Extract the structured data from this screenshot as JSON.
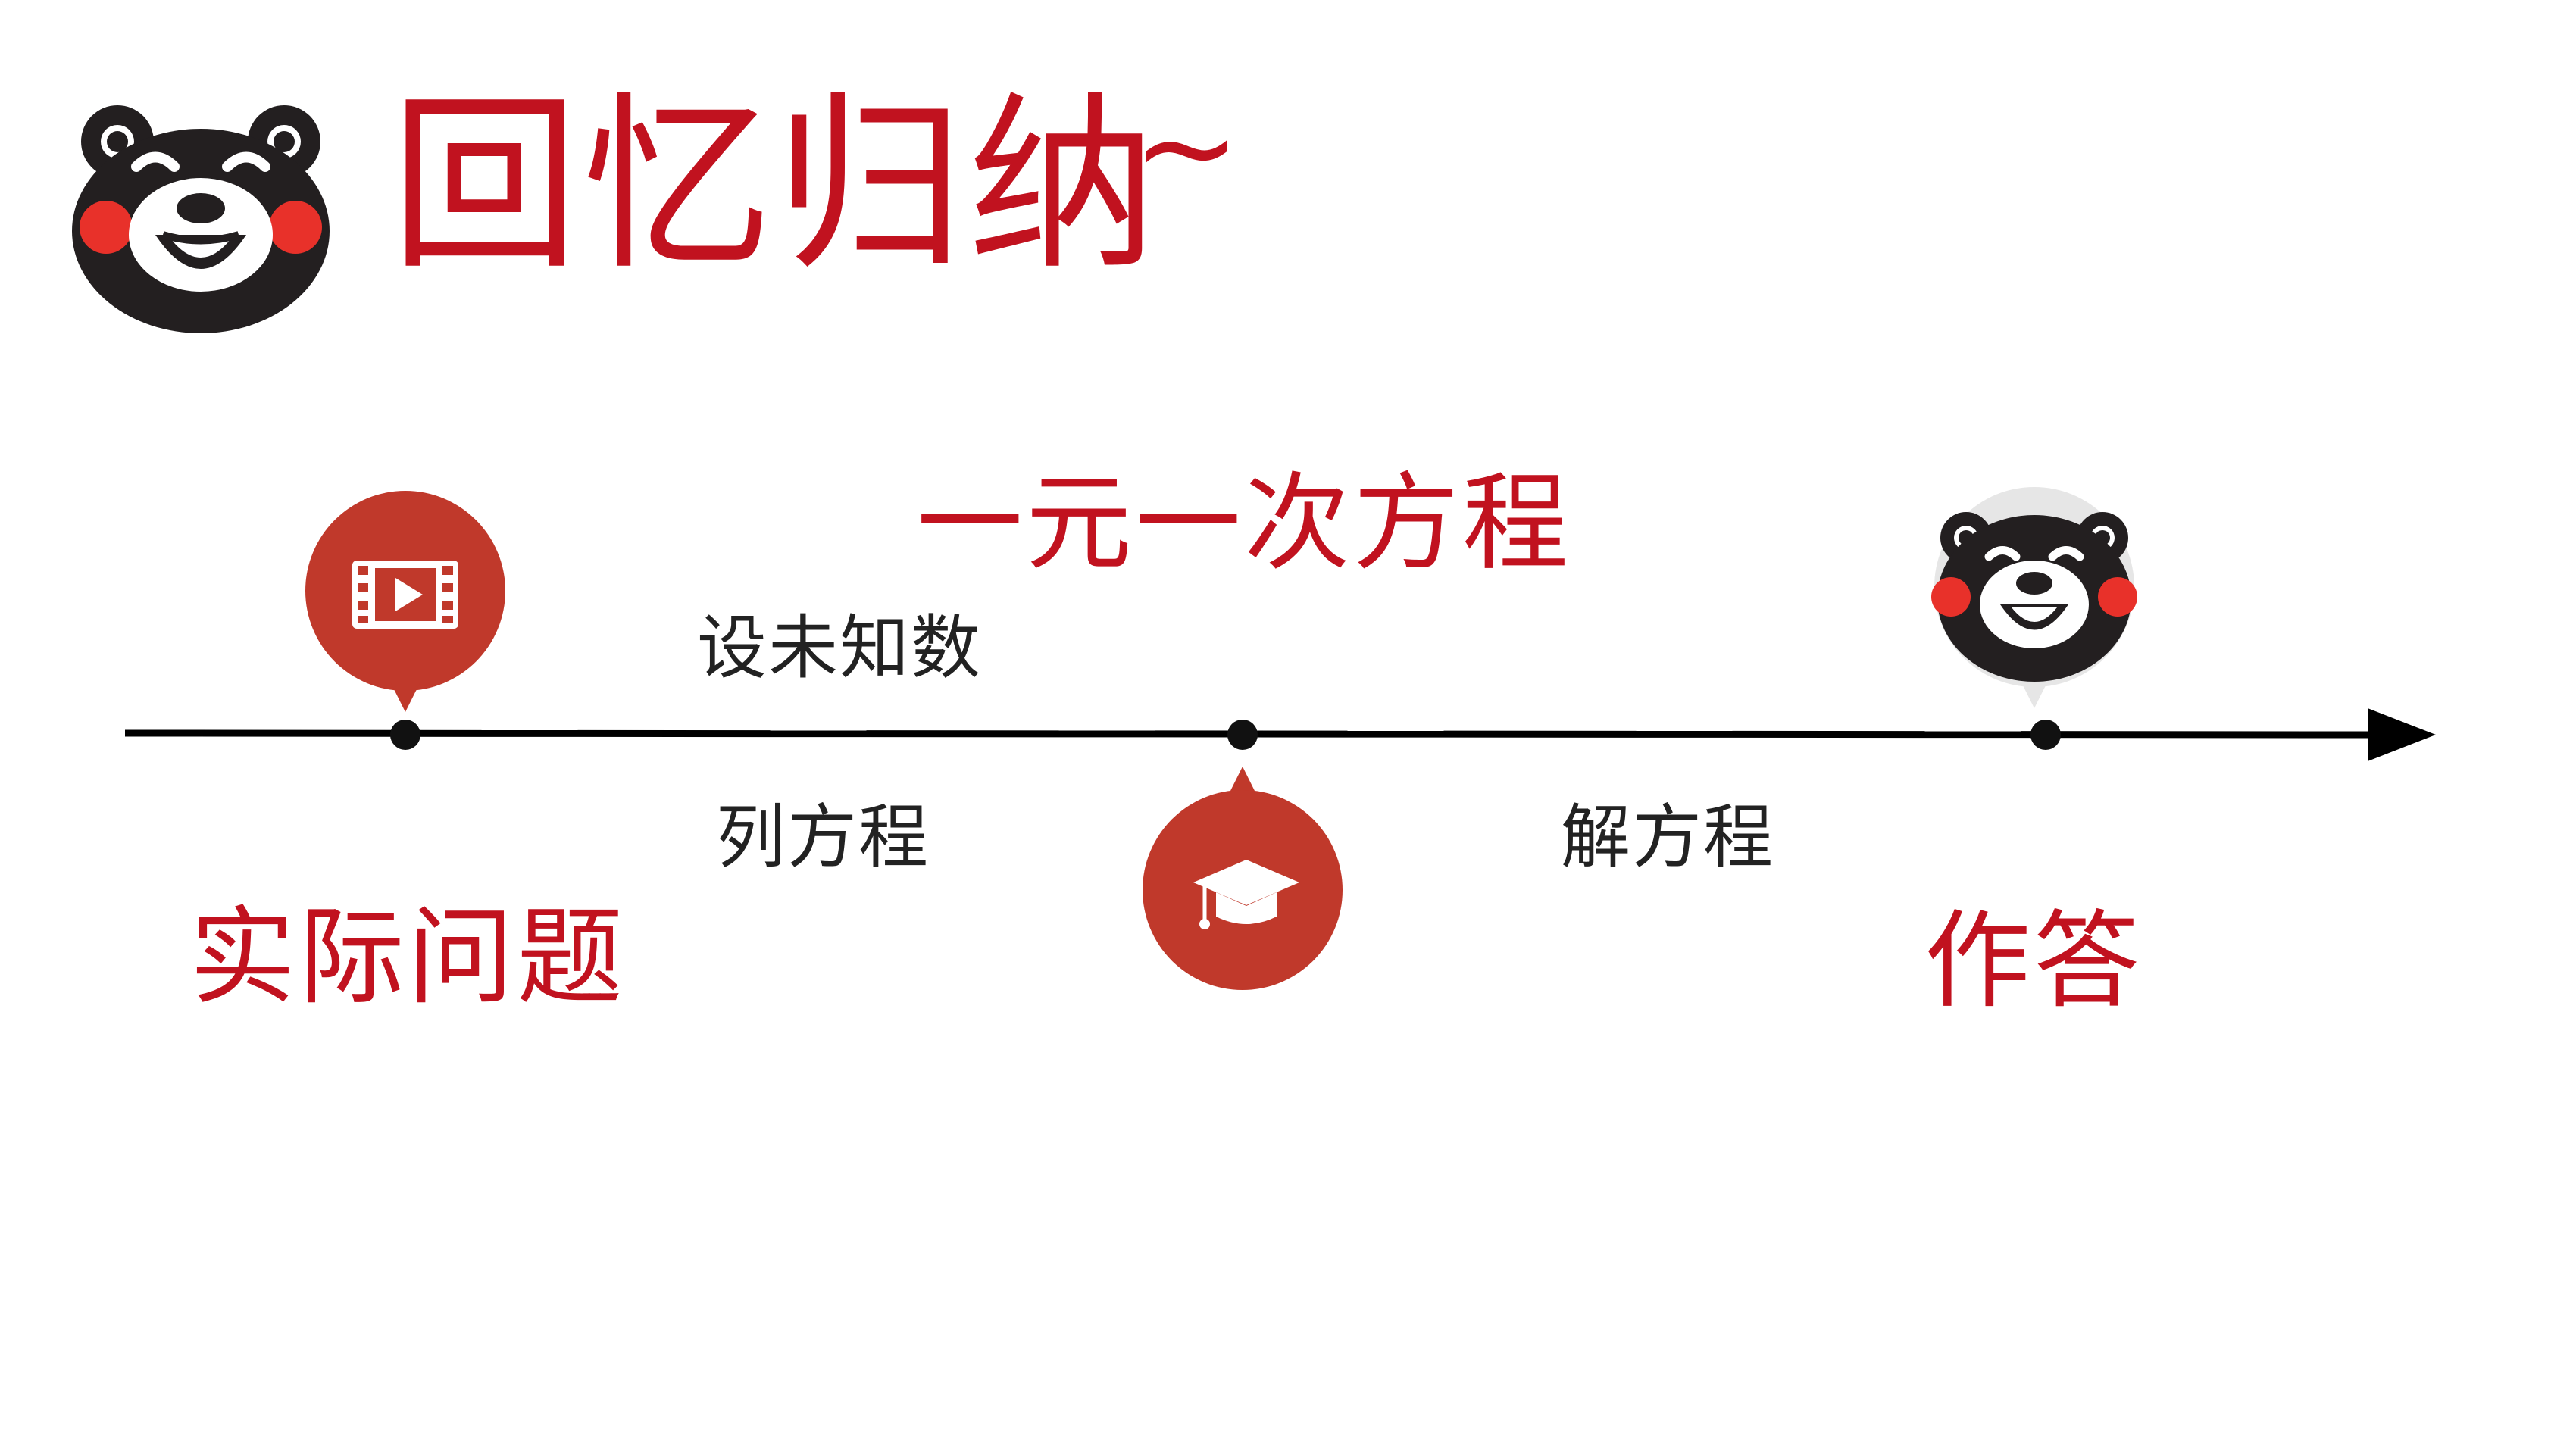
{
  "slide": {
    "title": "回忆归纳",
    "title_suffix": "~",
    "center_label": "一元一次方程"
  },
  "timeline": {
    "start_label": "实际问题",
    "end_label": "作答",
    "steps": [
      {
        "label": "设未知数"
      },
      {
        "label": "列方程"
      },
      {
        "label": "解方程"
      }
    ],
    "markers": [
      {
        "icon": "film-icon"
      },
      {
        "icon": "graduation-cap-icon"
      },
      {
        "icon": "bear-face-icon"
      }
    ]
  },
  "colors": {
    "accent": "#c1121f",
    "marker_fill": "#c0392b",
    "line": "#000000",
    "bear_black": "#231f20",
    "bear_cheek": "#e8312a"
  }
}
